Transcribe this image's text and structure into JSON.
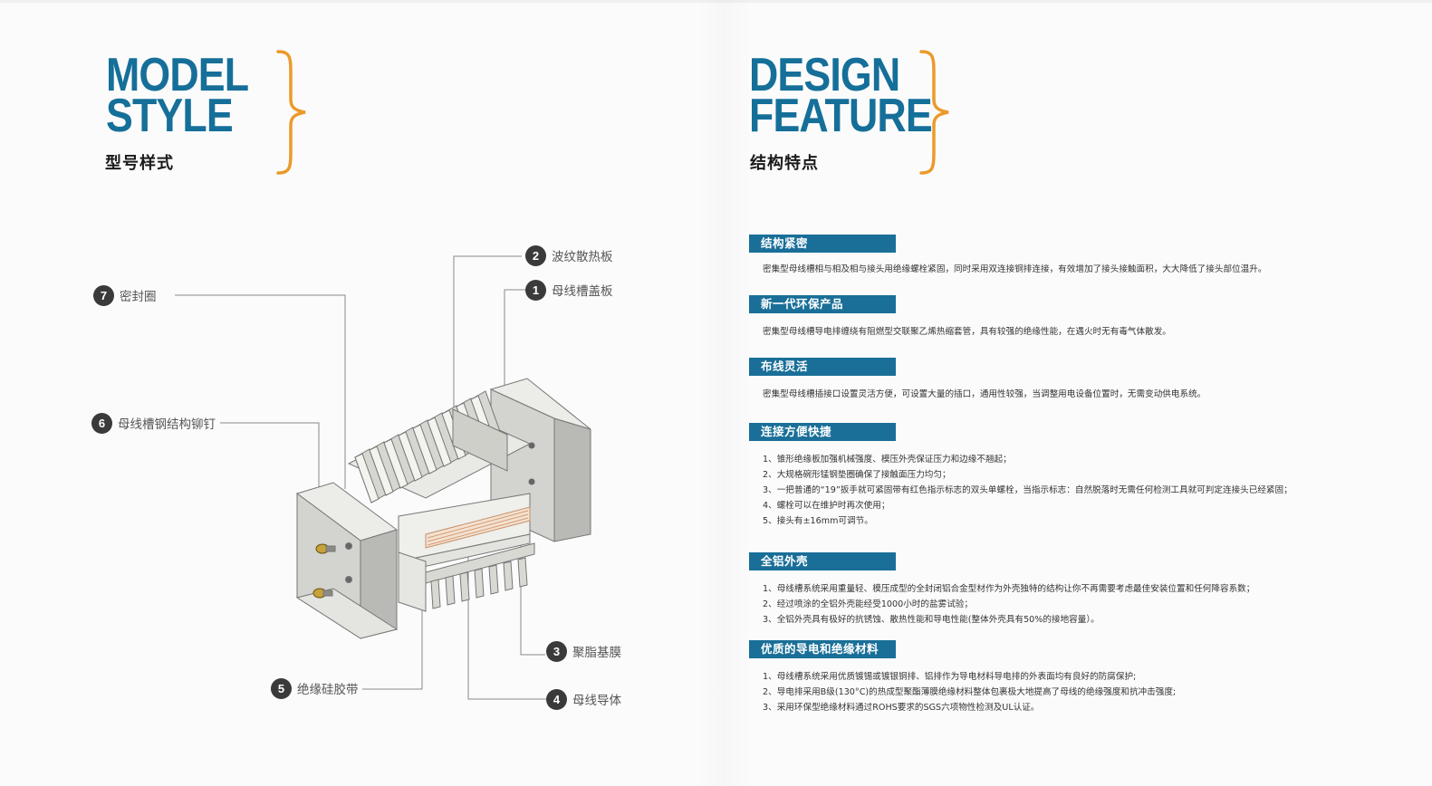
{
  "left": {
    "title_lines": [
      "MODEL",
      "STYLE"
    ],
    "subtitle": "型号样式"
  },
  "right": {
    "title_lines": [
      "DESIGN",
      "FEATURE"
    ],
    "subtitle": "结构特点"
  },
  "diagram": {
    "callouts": [
      {
        "num": "2",
        "label": "波纹散热板"
      },
      {
        "num": "1",
        "label": "母线槽盖板"
      },
      {
        "num": "7",
        "label": "密封圈"
      },
      {
        "num": "6",
        "label": "母线槽钢结构铆钉"
      },
      {
        "num": "3",
        "label": "聚脂基膜"
      },
      {
        "num": "5",
        "label": "绝缘硅胶带"
      },
      {
        "num": "4",
        "label": "母线导体"
      }
    ]
  },
  "sections": [
    {
      "title": "结构紧密",
      "lines": [
        "密集型母线槽相与相及相与接头用绝缘螺栓紧固，同时采用双连接铜排连接，有效增加了接头接触面积，大大降低了接头部位温升。"
      ]
    },
    {
      "title": "新一代环保产品",
      "lines": [
        "密集型母线槽导电排缠绕有阻燃型交联聚乙烯热缩套管，具有较强的绝缘性能，在遇火时无有毒气体散发。"
      ]
    },
    {
      "title": "布线灵活",
      "lines": [
        "密集型母线槽插接口设置灵活方便，可设置大量的插口，通用性较强，当调整用电设备位置时，无需变动供电系统。"
      ]
    },
    {
      "title": "连接方便快捷",
      "lines": [
        "1、锥形绝缘板加强机械强度、模压外壳保证压力和边缘不翘起；",
        "2、大规格碗形锰钢垫圈确保了接触面压力均匀；",
        "3、一把普通的“19”扳手就可紧固带有红色指示标志的双头单螺栓，当指示标志：自然脱落时无需任何检测工具就可判定连接头已经紧固；",
        "4、螺栓可以在维护时再次使用；",
        "5、接头有±16mm可调节。"
      ]
    },
    {
      "title": "全铝外壳",
      "lines": [
        "1、母线槽系统采用重量轻、模压成型的全封闭铝合金型材作为外壳独特的结构让你不再需要考虑最佳安装位置和任何降容系数；",
        "2、经过喷涂的全铝外壳能经受1000小时的盐雾试验；",
        "3、全铝外壳具有极好的抗锈蚀、散热性能和导电性能(整体外壳具有50%的接地容量）。"
      ]
    },
    {
      "title": "优质的导电和绝缘材料",
      "lines": [
        "1、母线槽系统采用优质镀锡或镀银铜排、铝排作为导电材料导电排的外表面均有良好的防腐保护;",
        "2、导电排采用B级(130°C)的热成型聚酯薄膜绝缘材料整体包裹极大地提高了母线的绝缘强度和抗冲击强度;",
        "3、采用环保型绝缘材料通过ROHS要求的SGS六项物性检测及UL认证。"
      ]
    }
  ],
  "colors": {
    "accent_blue": "#156f99",
    "section_blue": "#1a6f98",
    "brace_orange": "#eb9a2a"
  }
}
